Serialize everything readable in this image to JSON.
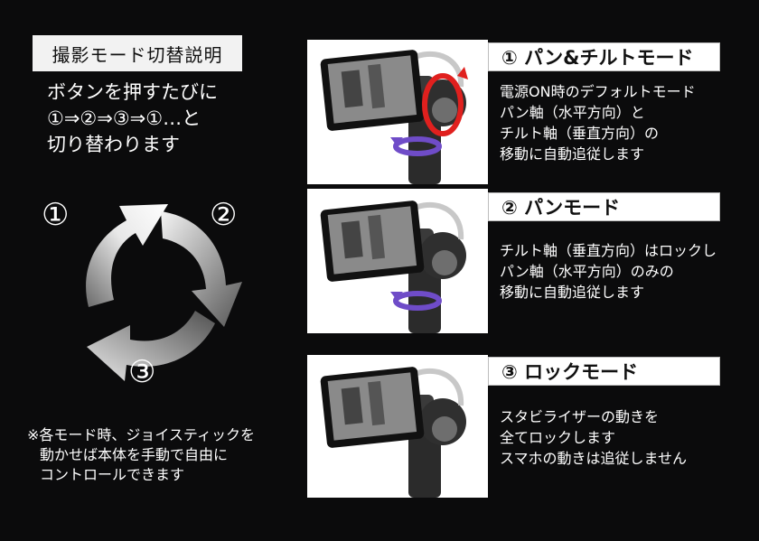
{
  "title": "撮影モード切替説明",
  "intro": {
    "line1": "ボタンを押すたびに",
    "line2": "①⇒②⇒③⇒①…と",
    "line3": "切り替わります"
  },
  "cycle": {
    "labels": [
      "①",
      "②",
      "③"
    ]
  },
  "note": {
    "line1": "※各モード時、ジョイスティックを",
    "line2": "動かせば本体を手動で自由に",
    "line3": "コントロールできます"
  },
  "modes": [
    {
      "heading": "① パン&チルトモード",
      "desc": [
        "電源ON時のデフォルトモード",
        "パン軸（水平方向）と",
        "チルト軸（垂直方向）の",
        "移動に自動追従します"
      ],
      "arrows": [
        "pan",
        "tilt"
      ]
    },
    {
      "heading": "② パンモード",
      "desc": [
        "チルト軸（垂直方向）はロックし",
        "パン軸（水平方向）のみの",
        "移動に自動追従します"
      ],
      "arrows": [
        "pan"
      ]
    },
    {
      "heading": "③ ロックモード",
      "desc": [
        "スタビライザーの動きを",
        "全てロックします",
        "スマホの動きは追従しません"
      ],
      "arrows": []
    }
  ],
  "colors": {
    "background": "#0b0b0c",
    "pan_arrow": "#6f4cc8",
    "tilt_arrow": "#e0201e"
  }
}
